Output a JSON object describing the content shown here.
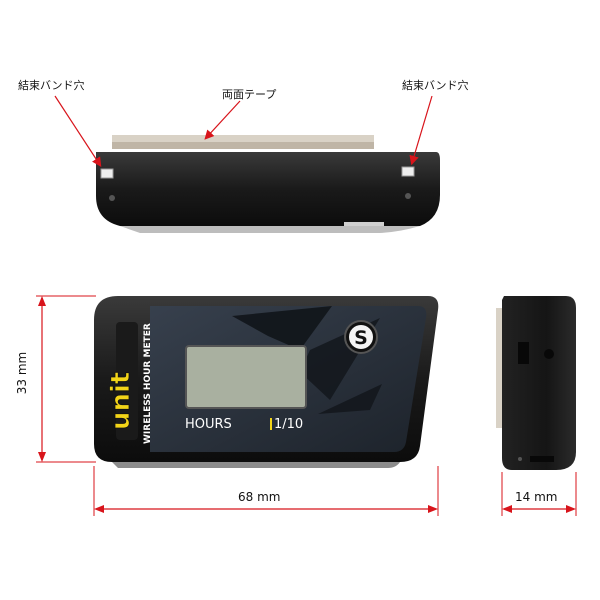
{
  "annotations": {
    "band_hole_left": "結束バンド穴",
    "band_hole_right": "結束バンド穴",
    "double_tape": "両面テープ"
  },
  "dimensions": {
    "height": "33 mm",
    "width": "68 mm",
    "depth": "14 mm"
  },
  "device": {
    "brand": "unit",
    "model_text": "WIRELESS HOUR METER",
    "display_label": "HOURS",
    "resolution_label": "1/10",
    "button_label": "S"
  },
  "colors": {
    "body": "#1a1a1a",
    "face_panel": "#2a3340",
    "lcd": "#a9b0a0",
    "brand_yellow": "#f2d418",
    "leader_red": "#d8141b"
  }
}
